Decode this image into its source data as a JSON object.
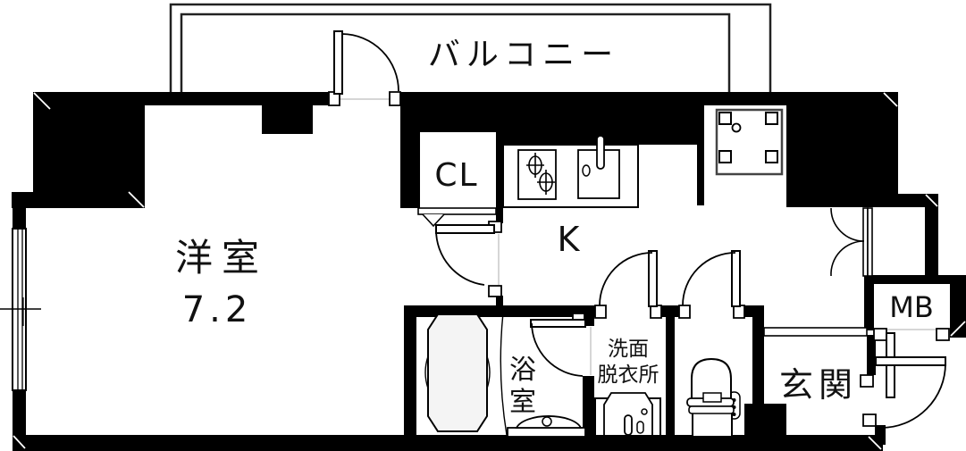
{
  "rooms": {
    "balcony": {
      "label": "バルコニー"
    },
    "western_room": {
      "label": "洋室",
      "size_tatami": "7.2"
    },
    "closet": {
      "label": "CL"
    },
    "kitchen": {
      "label": "K"
    },
    "bathroom": {
      "label_char1": "浴",
      "label_char2": "室"
    },
    "washroom": {
      "label_line1": "洗面",
      "label_line2": "脱衣所"
    },
    "entrance": {
      "label": "玄関"
    },
    "meter_box": {
      "label": "MB"
    }
  },
  "fixtures": {
    "bathtub": "bathtub-icon",
    "toilet": "toilet-icon",
    "washbasin": "washbasin-icon",
    "stove": "gas-stove-icon",
    "sink": "kitchen-sink-icon",
    "washing_machine_pan": "washing-machine-pan-icon",
    "window": "sliding-window-icon",
    "doors": "swing-door-icon"
  },
  "colors": {
    "wall": "#000000",
    "line": "#1a1a1a",
    "background": "#ffffff",
    "tub_fill": "#f4f4f4",
    "guide": "#c8c8c8"
  }
}
